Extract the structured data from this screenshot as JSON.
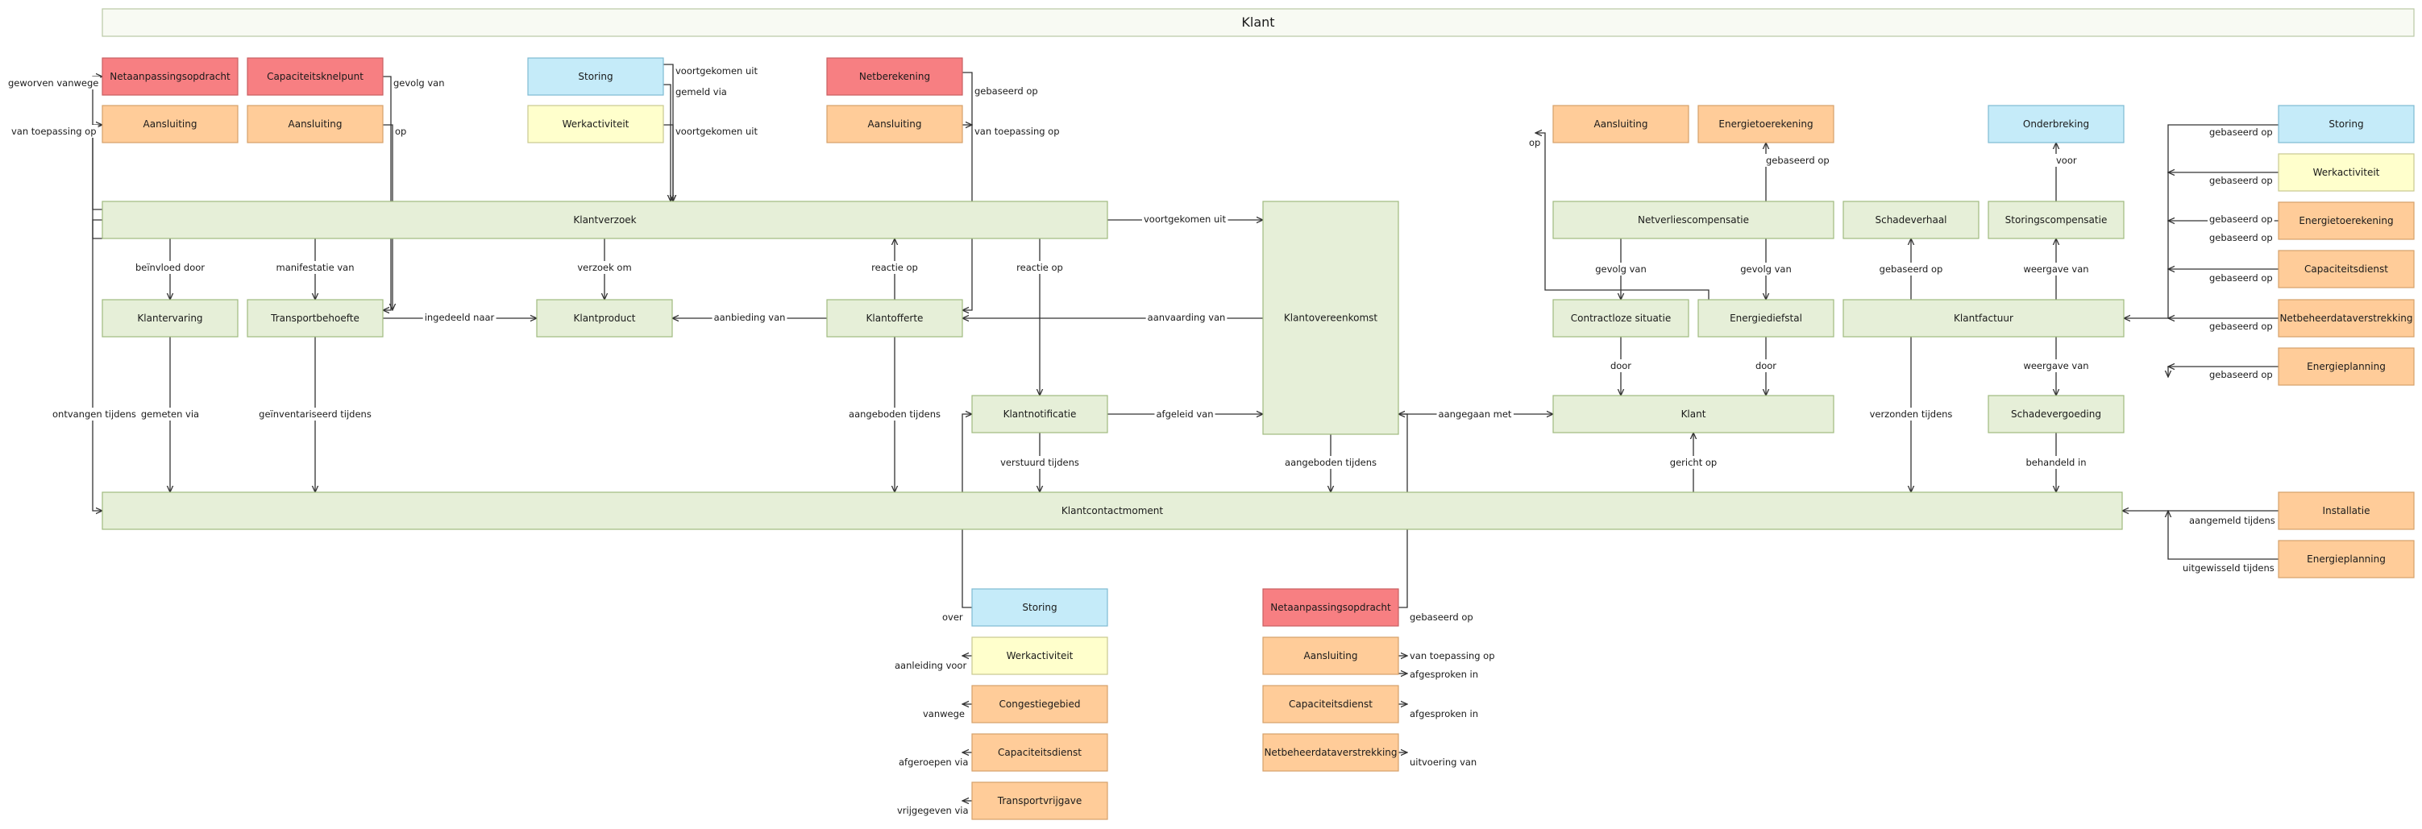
{
  "diagram": {
    "title": "Klant",
    "colors": {
      "green": "#e6efd8",
      "green_border": "#9fba7e",
      "red": "#f77f82",
      "red_border": "#c95f62",
      "blue": "#c5ebf9",
      "blue_border": "#7fbbd3",
      "yellow": "#ffffcc",
      "yellow_border": "#c9c98f",
      "orange": "#ffcc99",
      "orange_border": "#d4a06a",
      "title_fill": "#f8faf3",
      "title_border": "#b9c8a4"
    },
    "nodes": [
      {
        "id": "netaanpassingsopdracht_top",
        "label": "Netaanpassingsopdracht",
        "color": "red"
      },
      {
        "id": "capaciteitsknelpunt",
        "label": "Capaciteitsknelpunt",
        "color": "red"
      },
      {
        "id": "storing_top",
        "label": "Storing",
        "color": "blue"
      },
      {
        "id": "netberekening",
        "label": "Netberekening",
        "color": "red"
      },
      {
        "id": "aansluiting_t1",
        "label": "Aansluiting",
        "color": "orange"
      },
      {
        "id": "aansluiting_t2",
        "label": "Aansluiting",
        "color": "orange"
      },
      {
        "id": "werkactiviteit_top",
        "label": "Werkactiviteit",
        "color": "yellow"
      },
      {
        "id": "aansluiting_t3",
        "label": "Aansluiting",
        "color": "orange"
      },
      {
        "id": "klantverzoek",
        "label": "Klantverzoek",
        "color": "green"
      },
      {
        "id": "klantervaring",
        "label": "Klantervaring",
        "color": "green"
      },
      {
        "id": "transportbehoefte",
        "label": "Transportbehoefte",
        "color": "green"
      },
      {
        "id": "klantproduct",
        "label": "Klantproduct",
        "color": "green"
      },
      {
        "id": "klantofferte",
        "label": "Klantofferte",
        "color": "green"
      },
      {
        "id": "klantnotificatie",
        "label": "Klantnotificatie",
        "color": "green"
      },
      {
        "id": "klantovereenkomst",
        "label": "Klantovereenkomst",
        "color": "green"
      },
      {
        "id": "klantcontactmoment",
        "label": "Klantcontactmoment",
        "color": "green"
      },
      {
        "id": "aansluiting_r1",
        "label": "Aansluiting",
        "color": "orange"
      },
      {
        "id": "energietoerekening_r",
        "label": "Energietoerekening",
        "color": "orange"
      },
      {
        "id": "onderbreking",
        "label": "Onderbreking",
        "color": "blue"
      },
      {
        "id": "netverliescompensatie",
        "label": "Netverliescompensatie",
        "color": "green"
      },
      {
        "id": "schadeverhaal",
        "label": "Schadeverhaal",
        "color": "green"
      },
      {
        "id": "storingscompensatie",
        "label": "Storingscompensatie",
        "color": "green"
      },
      {
        "id": "contractloze_situatie",
        "label": "Contractloze situatie",
        "color": "green"
      },
      {
        "id": "energiediefstal",
        "label": "Energiediefstal",
        "color": "green"
      },
      {
        "id": "klantfactuur",
        "label": "Klantfactuur",
        "color": "green"
      },
      {
        "id": "klant",
        "label": "Klant",
        "color": "green"
      },
      {
        "id": "schadevergoeding",
        "label": "Schadevergoeding",
        "color": "green"
      },
      {
        "id": "storing_fr",
        "label": "Storing",
        "color": "blue"
      },
      {
        "id": "werkactiviteit_fr",
        "label": "Werkactiviteit",
        "color": "yellow"
      },
      {
        "id": "energietoerekening_fr",
        "label": "Energietoerekening",
        "color": "orange"
      },
      {
        "id": "capaciteitsdienst_fr",
        "label": "Capaciteitsdienst",
        "color": "orange"
      },
      {
        "id": "netbeheerdataverstrekking_fr",
        "label": "Netbeheerdataverstrekking",
        "color": "orange"
      },
      {
        "id": "energieplanning_fr",
        "label": "Energieplanning",
        "color": "orange"
      },
      {
        "id": "installatie",
        "label": "Installatie",
        "color": "orange"
      },
      {
        "id": "energieplanning_fr2",
        "label": "Energieplanning",
        "color": "orange"
      },
      {
        "id": "storing_b",
        "label": "Storing",
        "color": "blue"
      },
      {
        "id": "werkactiviteit_b",
        "label": "Werkactiviteit",
        "color": "yellow"
      },
      {
        "id": "congestiegebied",
        "label": "Congestiegebied",
        "color": "orange"
      },
      {
        "id": "capaciteitsdienst_b",
        "label": "Capaciteitsdienst",
        "color": "orange"
      },
      {
        "id": "transportvrijgave",
        "label": "Transportvrijgave",
        "color": "orange"
      },
      {
        "id": "netaanpassingsopdracht_b",
        "label": "Netaanpassingsopdracht",
        "color": "red"
      },
      {
        "id": "aansluiting_b",
        "label": "Aansluiting",
        "color": "orange"
      },
      {
        "id": "capaciteitsdienst_b2",
        "label": "Capaciteitsdienst",
        "color": "orange"
      },
      {
        "id": "netbeheerdataverstrekking_b",
        "label": "Netbeheerdataverstrekking",
        "color": "orange"
      }
    ],
    "edges": [
      {
        "id": "e1",
        "label": "geworven vanwege"
      },
      {
        "id": "e2",
        "label": "van toepassing op"
      },
      {
        "id": "e3",
        "label": "gevolg van"
      },
      {
        "id": "e4",
        "label": "op"
      },
      {
        "id": "e5",
        "label": "voortgekomen uit"
      },
      {
        "id": "e6",
        "label": "gemeld via"
      },
      {
        "id": "e7",
        "label": "voortgekomen uit"
      },
      {
        "id": "e8",
        "label": "gebaseerd op"
      },
      {
        "id": "e9",
        "label": "van toepassing op"
      },
      {
        "id": "e10",
        "label": "beïnvloed door"
      },
      {
        "id": "e11",
        "label": "manifestatie van"
      },
      {
        "id": "e12",
        "label": "verzoek om"
      },
      {
        "id": "e13",
        "label": "reactie op"
      },
      {
        "id": "e14",
        "label": "reactie op"
      },
      {
        "id": "e15",
        "label": "voortgekomen uit"
      },
      {
        "id": "e16",
        "label": "ingedeeld naar"
      },
      {
        "id": "e17",
        "label": "aanbieding van"
      },
      {
        "id": "e18",
        "label": "aanvaarding van"
      },
      {
        "id": "e19",
        "label": "ontvangen tijdens"
      },
      {
        "id": "e20",
        "label": "gemeten via"
      },
      {
        "id": "e21",
        "label": "geïnventariseerd tijdens"
      },
      {
        "id": "e22",
        "label": "aangeboden tijdens"
      },
      {
        "id": "e23",
        "label": "afgeleid van"
      },
      {
        "id": "e24",
        "label": "verstuurd tijdens"
      },
      {
        "id": "e25",
        "label": "aangeboden tijdens"
      },
      {
        "id": "e26",
        "label": "aangegaan met"
      },
      {
        "id": "e27",
        "label": "op"
      },
      {
        "id": "e28",
        "label": "gebaseerd op"
      },
      {
        "id": "e29",
        "label": "voor"
      },
      {
        "id": "e30",
        "label": "gevolg van"
      },
      {
        "id": "e31",
        "label": "gevolg van"
      },
      {
        "id": "e32",
        "label": "gebaseerd op"
      },
      {
        "id": "e33",
        "label": "weergave van"
      },
      {
        "id": "e34",
        "label": "door"
      },
      {
        "id": "e35",
        "label": "door"
      },
      {
        "id": "e36",
        "label": "gericht op"
      },
      {
        "id": "e37",
        "label": "verzonden tijdens"
      },
      {
        "id": "e38",
        "label": "weergave van"
      },
      {
        "id": "e39",
        "label": "behandeld in"
      },
      {
        "id": "e40",
        "label": "gebaseerd op"
      },
      {
        "id": "e41",
        "label": "gebaseerd op"
      },
      {
        "id": "e42",
        "label": "gebaseerd op"
      },
      {
        "id": "e43",
        "label": "gebaseerd op"
      },
      {
        "id": "e44",
        "label": "gebaseerd op"
      },
      {
        "id": "e45",
        "label": "gebaseerd op"
      },
      {
        "id": "e46",
        "label": "gebaseerd op"
      },
      {
        "id": "e47",
        "label": "aangemeld tijdens"
      },
      {
        "id": "e48",
        "label": "uitgewisseld tijdens"
      },
      {
        "id": "e49",
        "label": "over"
      },
      {
        "id": "e50",
        "label": "aanleiding voor"
      },
      {
        "id": "e51",
        "label": "vanwege"
      },
      {
        "id": "e52",
        "label": "afgeroepen via"
      },
      {
        "id": "e53",
        "label": "vrijgegeven via"
      },
      {
        "id": "e54",
        "label": "gebaseerd op"
      },
      {
        "id": "e55",
        "label": "van toepassing op"
      },
      {
        "id": "e56",
        "label": "afgesproken in"
      },
      {
        "id": "e57",
        "label": "afgesproken in"
      },
      {
        "id": "e58",
        "label": "uitvoering van"
      }
    ]
  }
}
